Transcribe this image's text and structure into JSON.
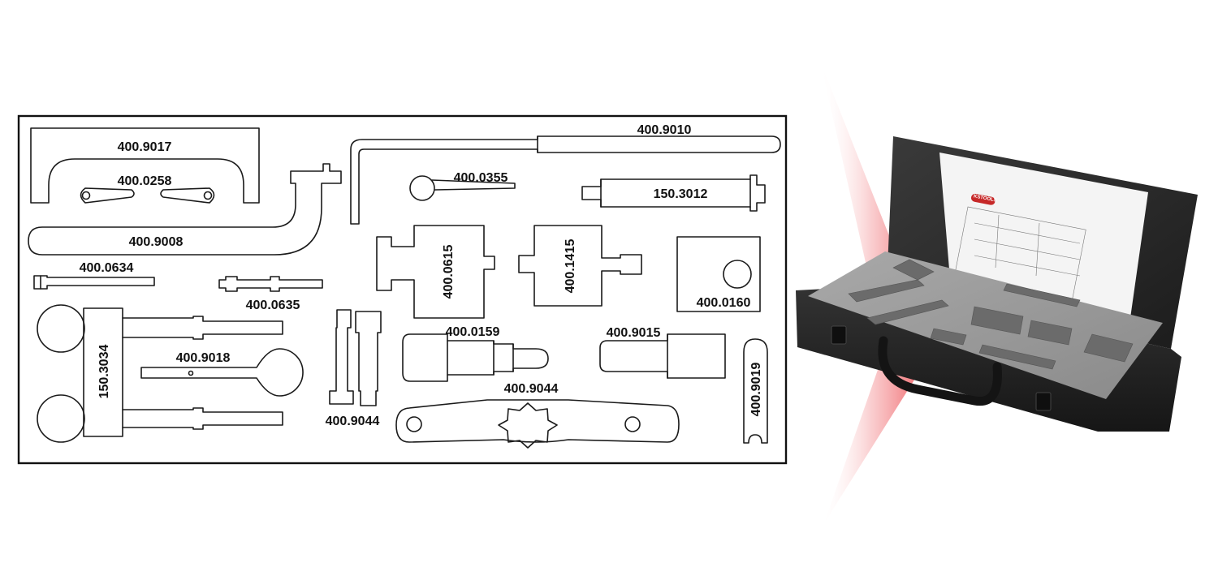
{
  "layout_diagram": {
    "parts": {
      "p_400_9017": "400.9017",
      "p_400_0258": "400.0258",
      "p_400_9008": "400.9008",
      "p_400_9010": "400.9010",
      "p_400_0355": "400.0355",
      "p_150_3012": "150.3012",
      "p_400_0634": "400.0634",
      "p_400_0635": "400.0635",
      "p_400_0615": "400.0615",
      "p_400_1415": "400.1415",
      "p_400_0160": "400.0160",
      "p_150_3034": "150.3034",
      "p_400_9018": "400.9018",
      "p_400_9044_pin": "400.9044",
      "p_400_0159": "400.0159",
      "p_400_9015": "400.9015",
      "p_400_9044_wrench": "400.9044",
      "p_400_9019": "400.9019"
    }
  },
  "photo": {
    "sheet_brand": "KSTOOLS",
    "case_color": "#2a2a2a",
    "foam_color": "#9a9a9a",
    "accent_glow": "#e8232a"
  }
}
